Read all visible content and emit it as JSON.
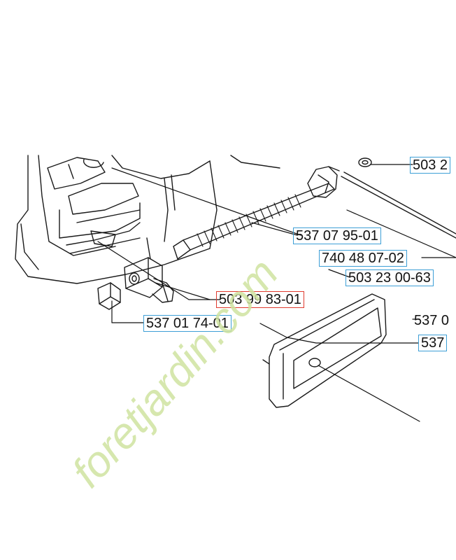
{
  "watermark": {
    "text": "foretjardin.com",
    "color": "#cfe3a0",
    "color2": "#d8cdb8"
  },
  "colors": {
    "callout_box": "#3d9fd6",
    "highlight_box": "#e03b2f",
    "line": "#111111"
  },
  "labels": [
    {
      "id": "p1",
      "text": "503 2",
      "style": "blue"
    },
    {
      "id": "p2",
      "text": "537 07 95-01",
      "style": "blue"
    },
    {
      "id": "p3",
      "text": "740 48 07-02",
      "style": "blue"
    },
    {
      "id": "p4",
      "text": "503 23 00-63",
      "style": "blue"
    },
    {
      "id": "p5",
      "text": "503 99 83-01",
      "style": "red"
    },
    {
      "id": "p6",
      "text": "537 01 74-01",
      "style": "blue"
    },
    {
      "id": "p7",
      "text": "537 0",
      "style": "plain"
    },
    {
      "id": "p8",
      "text": "537",
      "style": "blue"
    }
  ]
}
